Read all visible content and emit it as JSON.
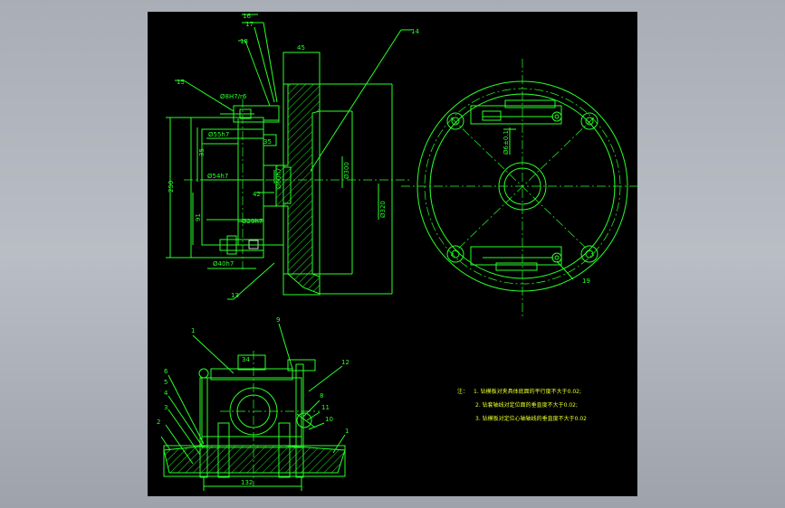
{
  "colors": {
    "background_outer": "#b0b5bc",
    "sheet": "#000000",
    "line": "#28ff28",
    "note_text": "#e8ff28",
    "secondary_line": "#ffffff"
  },
  "part_numbers": {
    "p16": "16",
    "p17": "17",
    "p18": "18",
    "p15": "15",
    "p14": "14",
    "p13": "13",
    "p19": "19",
    "p1a": "1",
    "p9": "9",
    "p12": "12",
    "p6": "6",
    "p4": "4",
    "p3": "3",
    "p2": "2",
    "p5": "5",
    "p8": "8",
    "p11": "11",
    "p10": "10",
    "p1b": "1"
  },
  "dimensions": {
    "d45": "45",
    "fit_h7": "Ø8H7/r6",
    "d55": "Ø55h7",
    "d35a": "35",
    "d35b": "35",
    "d54": "Ø54h7",
    "d250": "250",
    "d42": "42",
    "d91": "91",
    "d29": "Ø29h7",
    "d40": "Ø40h7",
    "d300": "Ø300",
    "d320": "Ø320",
    "d60": "Ø60h7",
    "dside": "Ø6±0.1",
    "d34": "34",
    "d132": "132"
  },
  "notes": {
    "label": "注：",
    "line1": "1. 钻模板对夹具体底面的平行度不大于0.02;",
    "line2": "2. 钻套轴线对定位面的垂直度不大于0.02;",
    "line3": "3. 钻模板对定位心轴轴线的垂直度不大于0.02"
  }
}
